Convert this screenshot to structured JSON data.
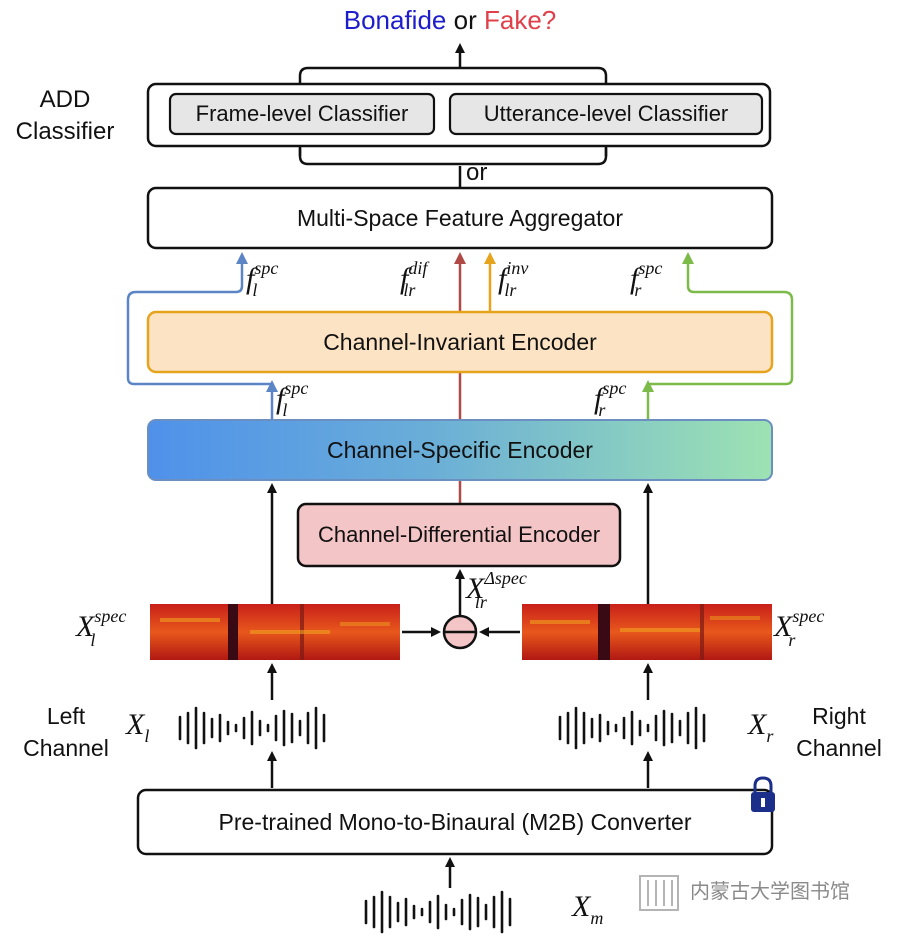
{
  "title": {
    "bonafide": "Bonafide",
    "or": "or",
    "fake": "Fake?"
  },
  "colors": {
    "bonafide": "#1d1dcc",
    "fake": "#e0404a",
    "blue": "#5b85c5",
    "orange": "#e5a41c",
    "green": "#7cba4a",
    "red": "#b04a46",
    "invariant_fill": "#fce3c4",
    "invariant_border": "#e5a41c",
    "differential_fill": "#f4c5c6",
    "gray_box": "#e6e6e6",
    "lock": "#1a2e8a"
  },
  "add_classifier": {
    "label_line1": "ADD",
    "label_line2": "Classifier",
    "frame": "Frame-level Classifier",
    "utterance": "Utterance-level Classifier"
  },
  "or_label": "or",
  "aggregator": "Multi-Space Feature Aggregator",
  "invariant_encoder": "Channel-Invariant Encoder",
  "specific_encoder": "Channel-Specific Encoder",
  "differential_encoder": "Channel-Differential Encoder",
  "converter": "Pre-trained Mono-to-Binaural (M2B) Converter",
  "features": {
    "f": "f",
    "spc": "spc",
    "dif": "dif",
    "inv": "inv",
    "l": "l",
    "r": "r",
    "lr": "lr",
    "X": "X",
    "spec": "spec",
    "dspec": "Δspec",
    "m": "m"
  },
  "left": {
    "line1": "Left",
    "line2": "Channel"
  },
  "right": {
    "line1": "Right",
    "line2": "Channel"
  },
  "watermark": "内蒙古大学图书馆",
  "icons": {
    "lock": "lock-icon",
    "subtract": "subtract-circle-icon",
    "library": "library-logo-icon"
  }
}
